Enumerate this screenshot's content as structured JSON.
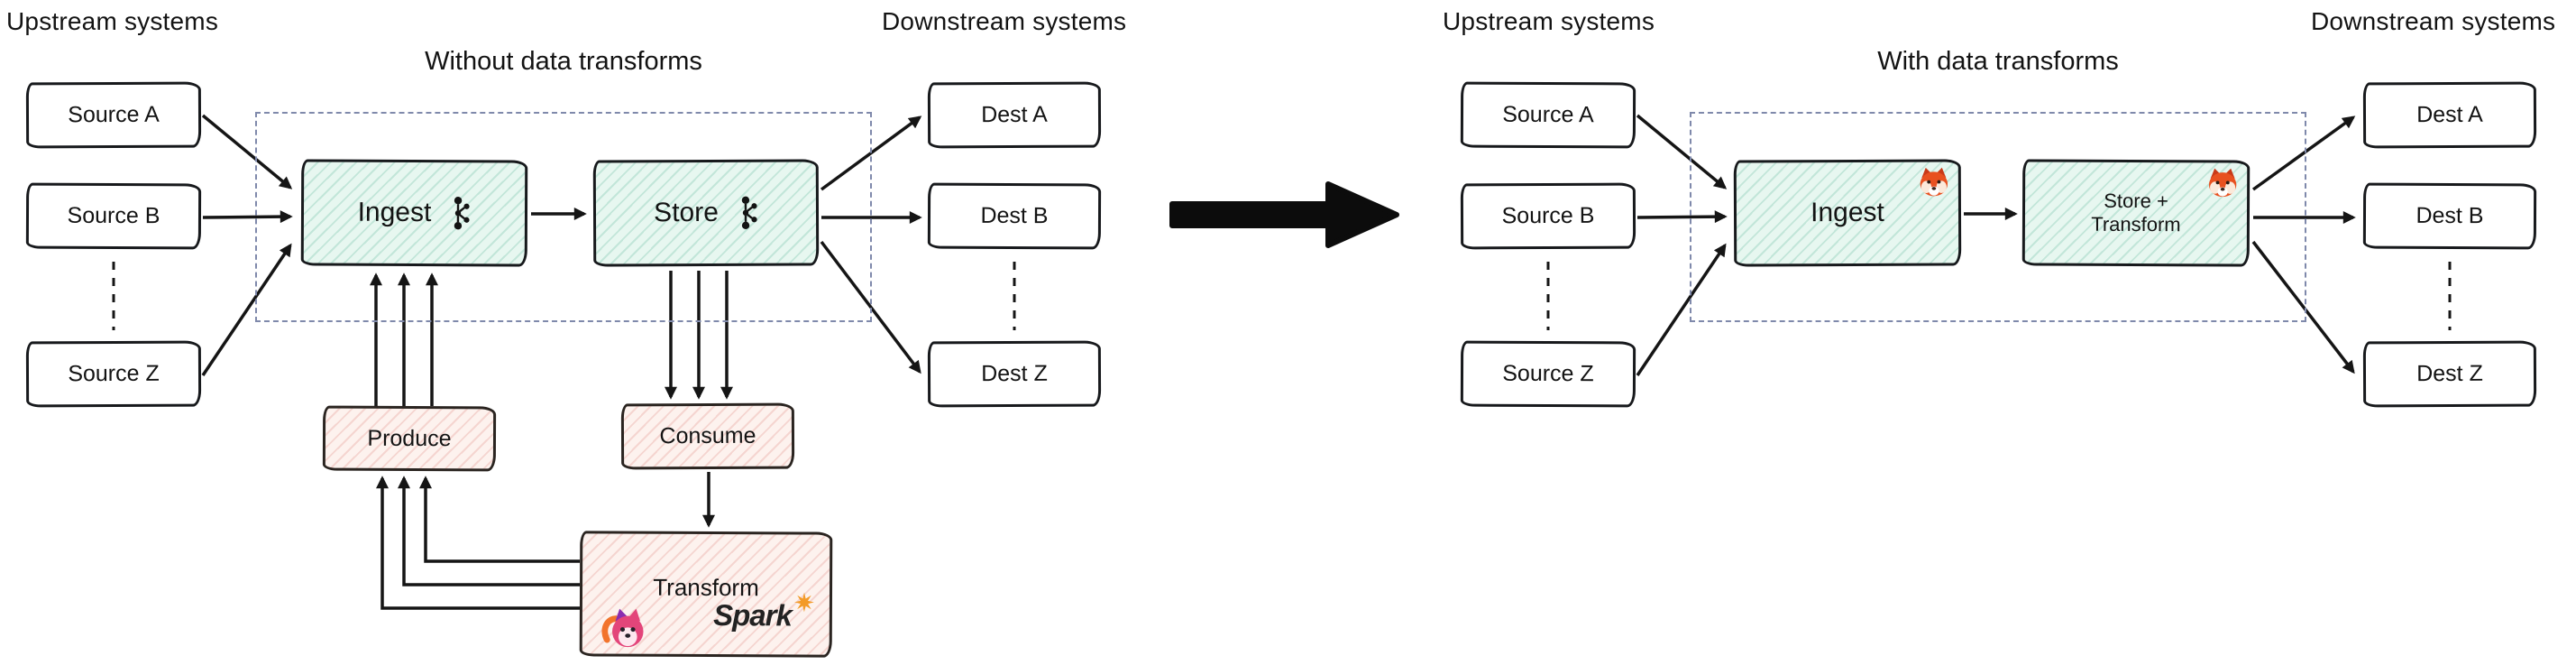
{
  "left": {
    "title": "Without data transforms",
    "upstream_label": "Upstream systems",
    "downstream_label": "Downstream systems",
    "sources": [
      "Source A",
      "Source B",
      "Source Z"
    ],
    "dests": [
      "Dest A",
      "Dest B",
      "Dest Z"
    ],
    "ingest_label": "Ingest",
    "store_label": "Store",
    "produce_label": "Produce",
    "consume_label": "Consume",
    "transform_label": "Transform",
    "spark_label": "Spark"
  },
  "right": {
    "title": "With data transforms",
    "upstream_label": "Upstream systems",
    "downstream_label": "Downstream systems",
    "sources": [
      "Source A",
      "Source B",
      "Source Z"
    ],
    "dests": [
      "Dest A",
      "Dest B",
      "Dest Z"
    ],
    "ingest_label": "Ingest",
    "store_transform_line1": "Store +",
    "store_transform_line2": "Transform"
  },
  "icons": {
    "kafka": "kafka-logo",
    "flink": "flink-squirrel-logo",
    "spark_star": "orange-star",
    "redpanda": "redpanda-mascot",
    "transition": "big-right-arrow"
  },
  "colors": {
    "teal_box_fill": "#e7f7f0",
    "pink_box_fill": "#fdf2ee",
    "dashed_border": "#7f89ab",
    "ink": "#151515",
    "spark_star_color": "#f39a27"
  }
}
